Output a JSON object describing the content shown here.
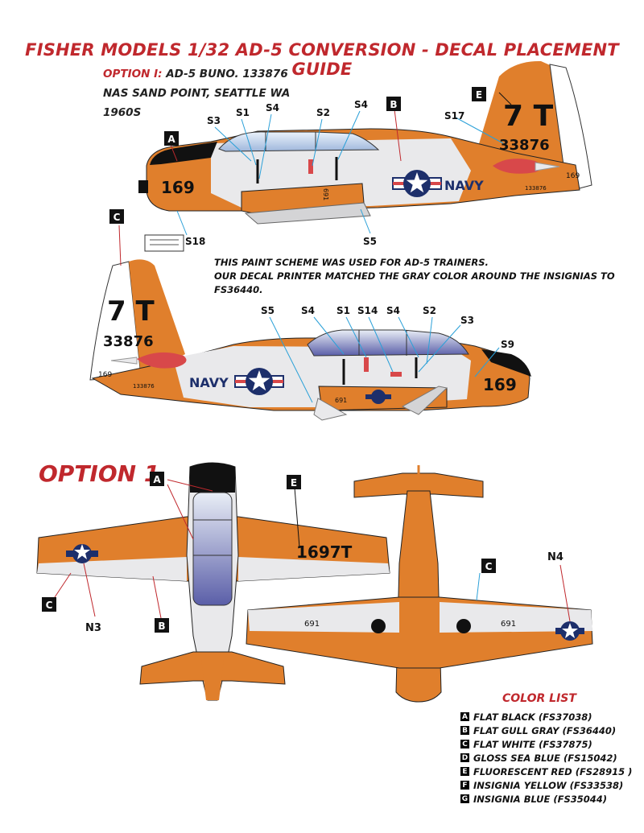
{
  "title": "FISHER MODELS 1/32 AD-5 CONVERSION - DECAL PLACEMENT GUIDE",
  "option_info": {
    "label": "OPTION I:",
    "line1": "AD-5 BUNO. 133876",
    "line2": "NAS SAND POINT, SEATTLE WA",
    "line3": "1960S"
  },
  "note": {
    "line1": "THIS PAINT SCHEME WAS USED FOR AD-5 TRAINERS.",
    "line2": "OUR DECAL PRINTER MATCHED THE GRAY COLOR AROUND THE INSIGNIAS TO FS36440."
  },
  "option_heading": "OPTION 1",
  "markings": {
    "tail_code": "7 T",
    "tail_number": "33876",
    "nose_number": "169",
    "navy": "NAVY",
    "small_number": "169",
    "small_buno": "133876",
    "gear_number": "691",
    "wing_code": "1697T",
    "under_number": "691"
  },
  "callouts": {
    "side1": [
      "S3",
      "S1",
      "S4",
      "S2",
      "S4",
      "S17",
      "S18",
      "S5"
    ],
    "side2": [
      "S5",
      "S4",
      "S1",
      "S14",
      "S4",
      "S2",
      "S3",
      "S9"
    ],
    "boxes": [
      "A",
      "B",
      "C",
      "E",
      "A",
      "E",
      "C",
      "B",
      "C"
    ],
    "plan": [
      "N3",
      "N4"
    ]
  },
  "color_list": {
    "heading": "COLOR LIST",
    "items": [
      {
        "code": "A",
        "name": "FLAT BLACK (FS37038)"
      },
      {
        "code": "B",
        "name": "FLAT GULL GRAY (FS36440)"
      },
      {
        "code": "C",
        "name": "FLAT WHITE (FS37875)"
      },
      {
        "code": "D",
        "name": "GLOSS SEA BLUE (FS15042)"
      },
      {
        "code": "E",
        "name": "FLUORESCENT RED (FS28915 )"
      },
      {
        "code": "F",
        "name": "INSIGNIA YELLOW (FS33538)"
      },
      {
        "code": "G",
        "name": "INSIGNIA BLUE (FS35044)"
      }
    ]
  },
  "colors": {
    "orange": "#e07f2c",
    "gray": "#e9e9eb",
    "black": "#111111",
    "insignia_blue": "#1d2f6b",
    "red": "#d8484a",
    "glass": "#cfdff0",
    "title_red": "#c0282d"
  }
}
